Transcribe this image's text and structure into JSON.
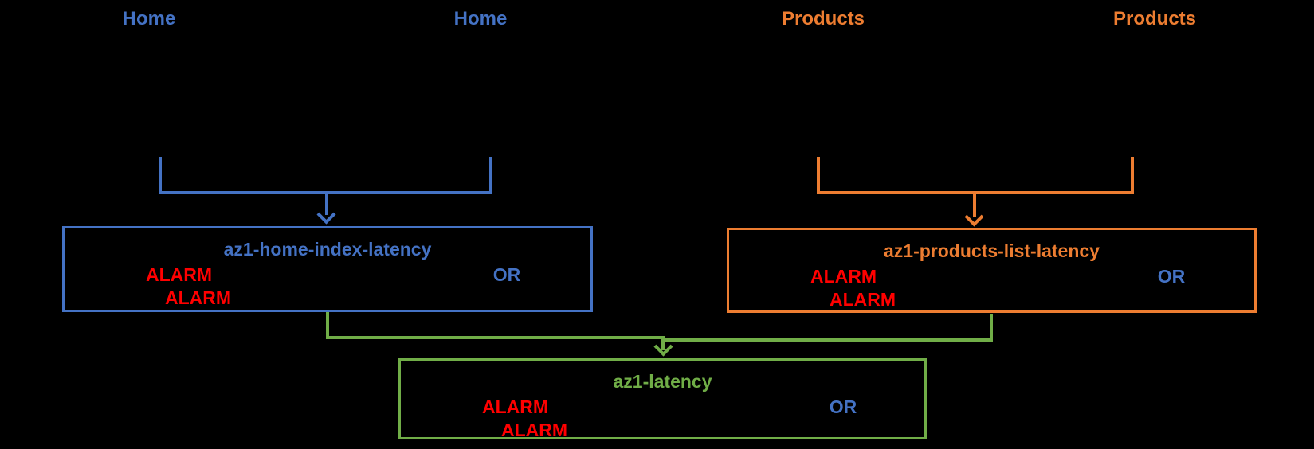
{
  "top_labels": [
    {
      "text": "Home",
      "color": "#4472C4"
    },
    {
      "text": "Home",
      "color": "#4472C4"
    },
    {
      "text": "Products",
      "color": "#ED7D31"
    },
    {
      "text": "Products",
      "color": "#ED7D31"
    }
  ],
  "boxes": [
    {
      "title": "az1-home-index-latency",
      "alarm_primary": "ALARM",
      "alarm_secondary": "ALARM",
      "operator": "OR",
      "accent": "#4472C4"
    },
    {
      "title": "az1-products-list-latency",
      "alarm_primary": "ALARM",
      "alarm_secondary": "ALARM",
      "operator": "OR",
      "accent": "#ED7D31"
    },
    {
      "title": "az1-latency",
      "alarm_primary": "ALARM",
      "alarm_secondary": "ALARM",
      "operator": "OR",
      "accent": "#70AD47"
    }
  ],
  "colors": {
    "blue": "#4472C4",
    "orange": "#ED7D31",
    "green": "#70AD47",
    "alarm_red": "#FF0000",
    "operator_blue": "#4472C4",
    "background": "#000000"
  }
}
